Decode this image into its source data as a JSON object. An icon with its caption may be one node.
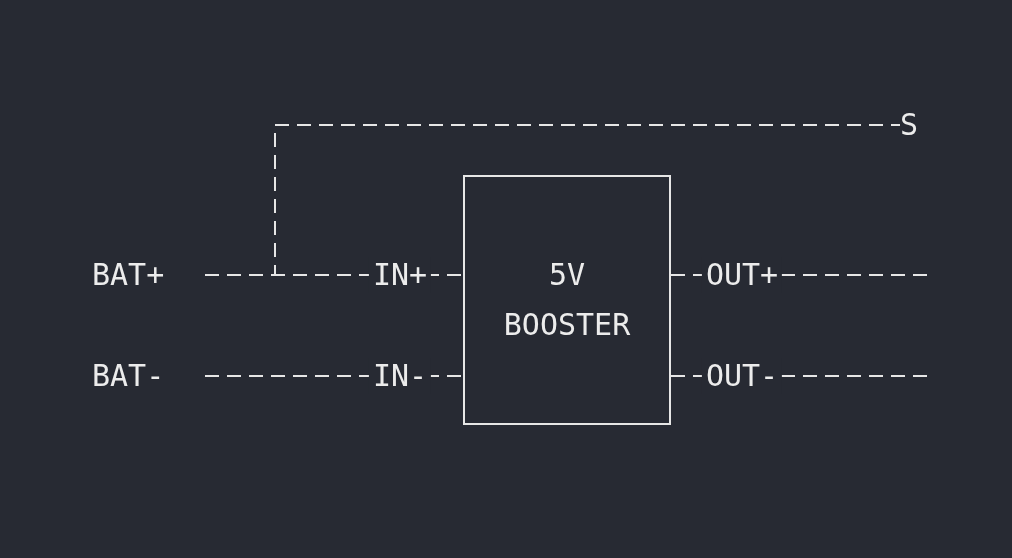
{
  "diagram": {
    "nodes": [
      {
        "text": [
          "S"
        ]
      },
      {
        "text": [
          "BAT+"
        ]
      },
      {
        "text": [
          "5V BOOSTER"
        ]
      },
      {
        "text": [
          "BAT-"
        ]
      }
    ],
    "edges": [
      {
        "from": 1,
        "to": 2,
        "arrow": "none",
        "label": "IN+"
      },
      {
        "from": 1,
        "to": 0,
        "arrow": "none"
      },
      {
        "from": 3,
        "to": 2,
        "arrow": "none",
        "label": "IN-"
      },
      {
        "from": 2,
        "to": null,
        "arrow": "none",
        "label": "OUT+"
      },
      {
        "from": 2,
        "to": null,
        "arrow": "none",
        "label": "OUT-"
      }
    ]
  }
}
